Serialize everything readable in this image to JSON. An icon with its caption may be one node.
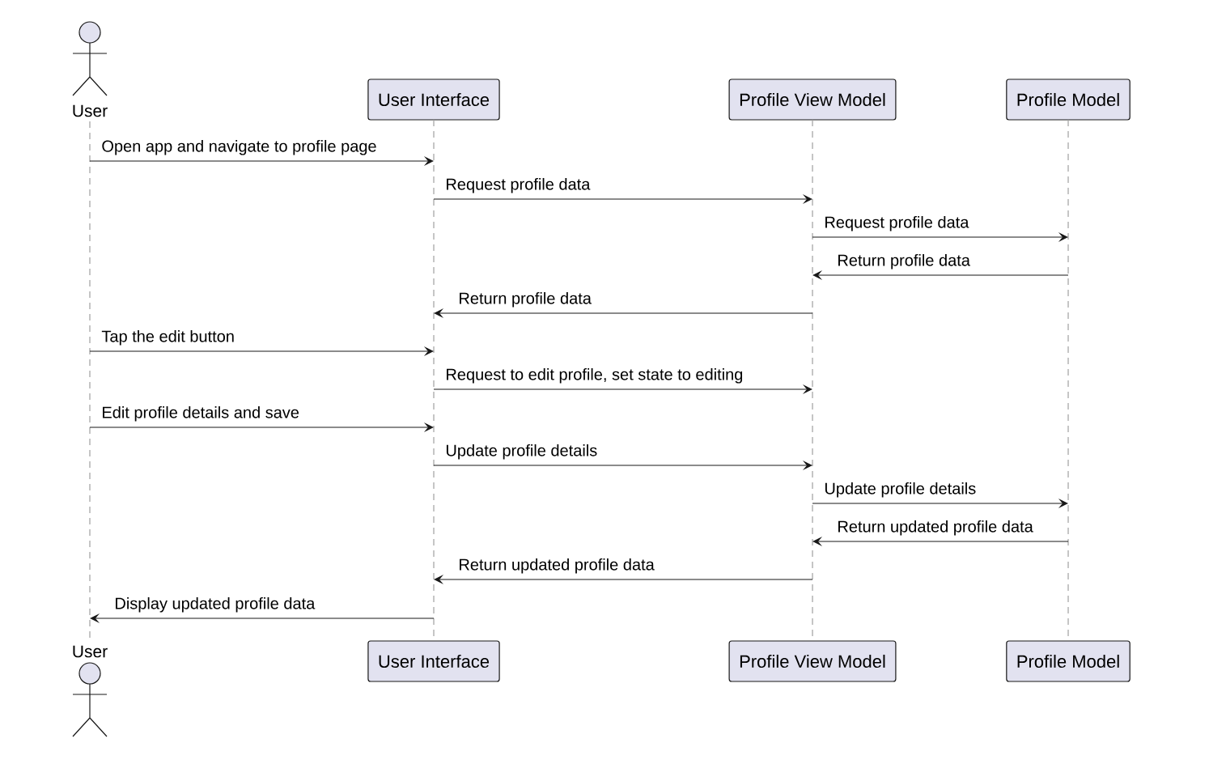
{
  "diagram": {
    "nodes": [
      {
        "text": [
          "User"
        ]
      },
      {
        "text": [
          "User Interface"
        ]
      },
      {
        "text": [
          "Profile View Model"
        ]
      },
      {
        "text": [
          "Profile Model"
        ]
      },
      {
        "text": [],
        "shape": "line"
      },
      {
        "text": [],
        "shape": "line"
      },
      {
        "text": [],
        "shape": "line"
      },
      {
        "text": [],
        "shape": "line"
      },
      {
        "text": [
          "User"
        ]
      },
      {
        "text": [
          "User Interface"
        ]
      },
      {
        "text": [
          "Profile View Model"
        ]
      },
      {
        "text": [
          "Profile Model"
        ]
      }
    ],
    "edges": [
      {
        "from": 4,
        "to": 5,
        "arrow": "to",
        "label": "Open app and navigate to profile page"
      },
      {
        "from": 5,
        "to": 6,
        "arrow": "to",
        "label": "Request profile data"
      },
      {
        "from": 6,
        "to": 7,
        "arrow": "to",
        "label": "Request profile data"
      },
      {
        "from": 7,
        "to": 6,
        "arrow": "to",
        "label": "Return profile data"
      },
      {
        "from": 6,
        "to": 5,
        "arrow": "to",
        "label": "Return profile data"
      },
      {
        "from": 4,
        "to": 5,
        "arrow": "to",
        "label": "Tap the edit button"
      },
      {
        "from": 5,
        "to": 6,
        "arrow": "to",
        "label": "Request to edit profile, set state to editing"
      },
      {
        "from": 4,
        "to": 5,
        "arrow": "to",
        "label": "Edit profile details and save"
      },
      {
        "from": 5,
        "to": 6,
        "arrow": "to",
        "label": "Update profile details"
      },
      {
        "from": 6,
        "to": 7,
        "arrow": "to",
        "label": "Update profile details"
      },
      {
        "from": 7,
        "to": 6,
        "arrow": "to",
        "label": "Return updated profile data"
      },
      {
        "from": 6,
        "to": 5,
        "arrow": "to",
        "label": "Return updated profile data"
      },
      {
        "from": 5,
        "to": 4,
        "arrow": "to",
        "label": "Display updated profile data"
      }
    ]
  }
}
